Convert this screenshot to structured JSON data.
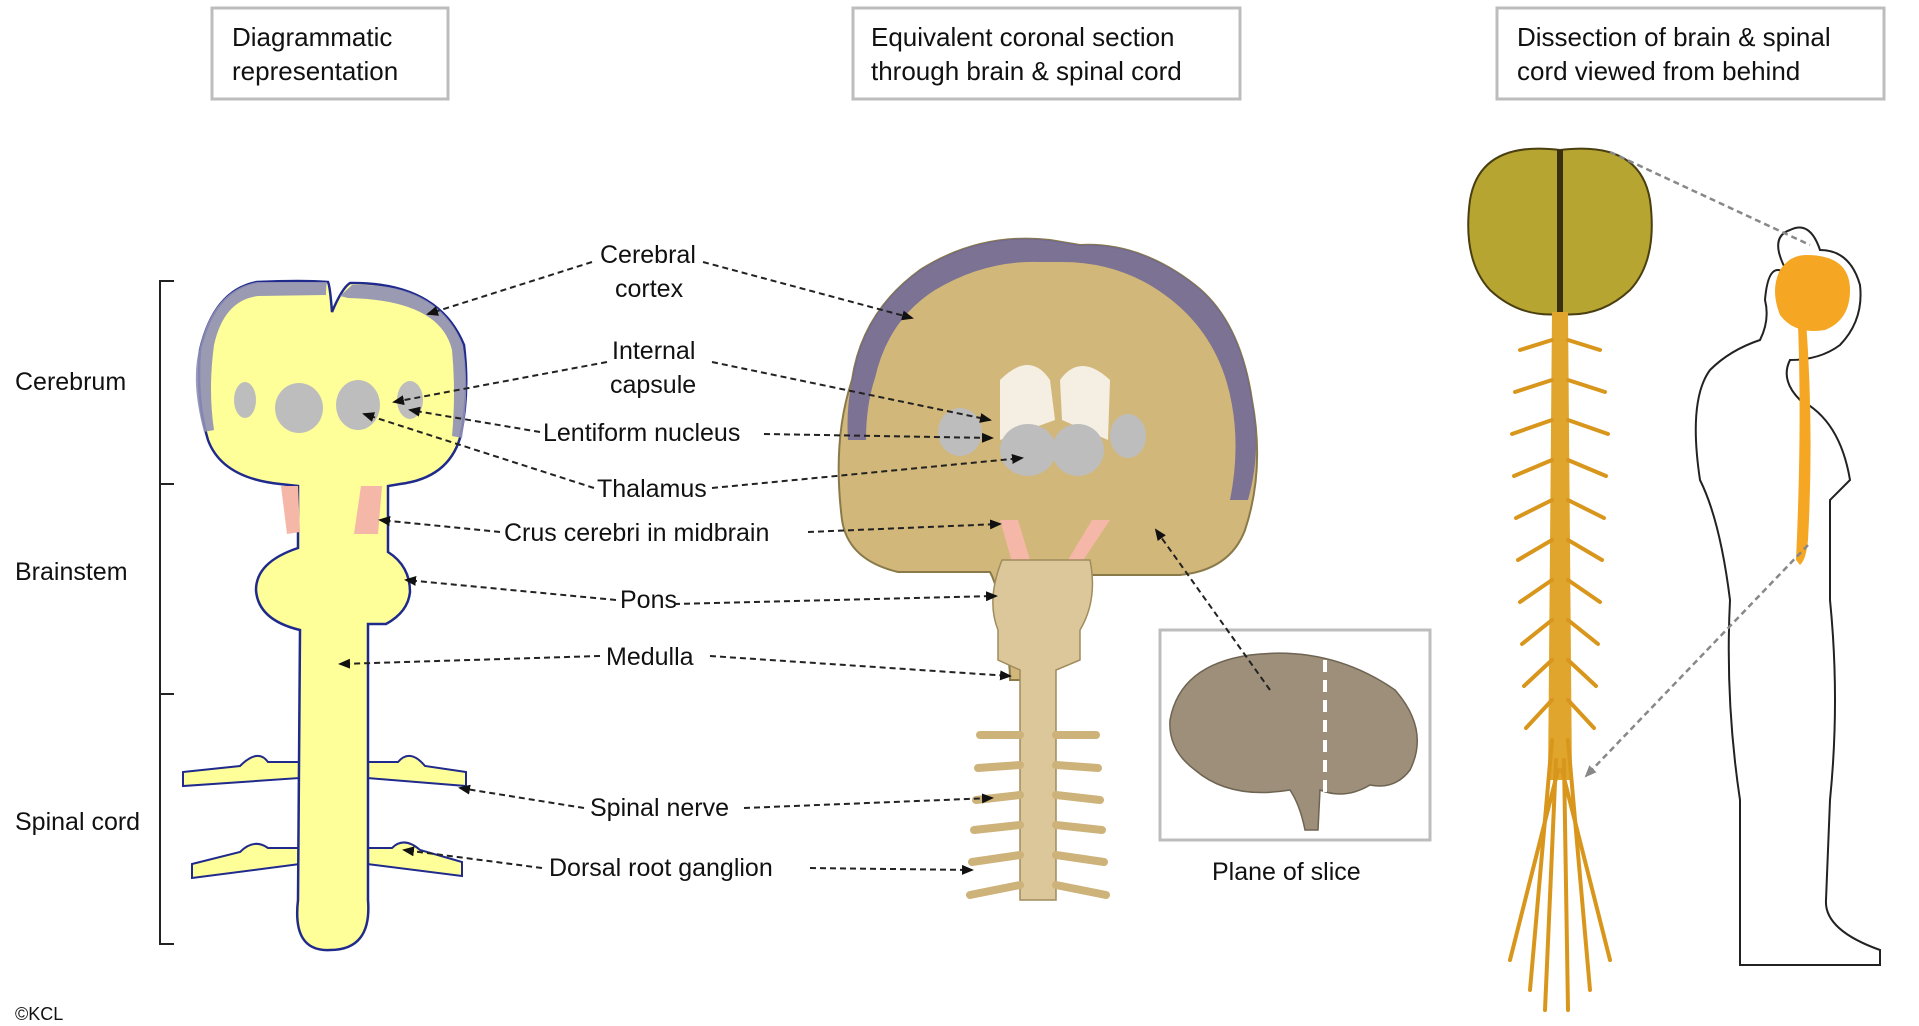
{
  "headers": {
    "diagrammatic": [
      "Diagrammatic",
      "representation"
    ],
    "coronal": [
      "Equivalent  coronal section",
      "through brain  & spinal cord"
    ],
    "dissection": [
      "Dissection of brain  & spinal",
      "cord viewed  from  behind"
    ]
  },
  "regions": {
    "cerebrum": "Cerebrum",
    "brainstem": "Brainstem",
    "spinal_cord": "Spinal cord"
  },
  "labels": {
    "cerebral_cortex": [
      "Cerebral",
      "cortex"
    ],
    "internal_capsule": [
      "Internal",
      "capsule"
    ],
    "lentiform_nucleus": "Lentiform  nucleus",
    "thalamus": "Thalamus",
    "crus_cerebri": "Crus cerebri  in midbrain",
    "pons": "Pons",
    "medulla": "Medulla",
    "spinal_nerve": "Spinal nerve",
    "dorsal_root_ganglion": "Dorsal root ganglion"
  },
  "inset": {
    "caption": "Plane of slice"
  },
  "copyright": "©KCL",
  "colors": {
    "yellow_fill": "#ffff99",
    "outline_blue": "#1f2a8c",
    "cortex_purple": "#6c6699",
    "grey_nuclei": "#bdbdbd",
    "pink_crus": "#f5b7a8",
    "orange_cord": "#f5a623",
    "tissue_tan": "#d2b77a"
  }
}
